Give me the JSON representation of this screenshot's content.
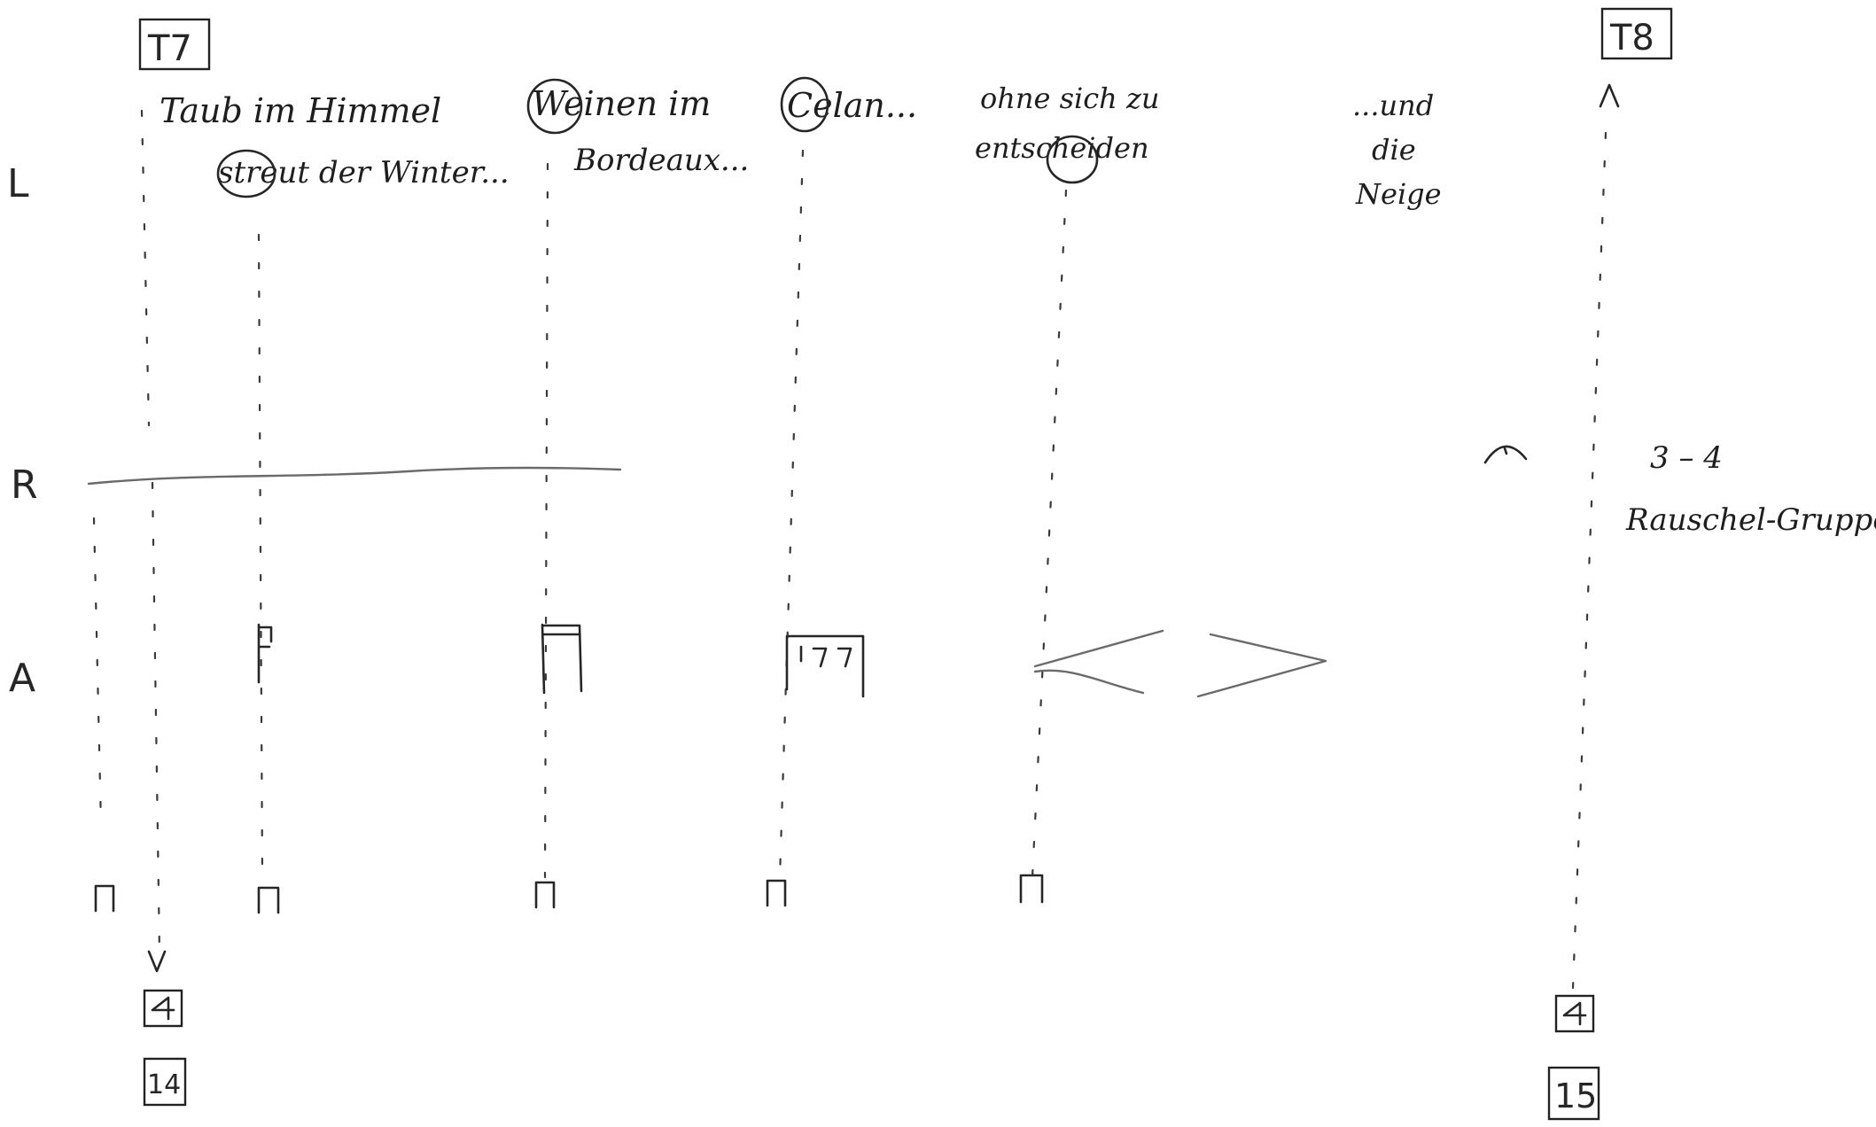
{
  "rows": {
    "l": "L",
    "r": "R",
    "a": "A"
  },
  "tags": {
    "t7": "T7",
    "t8": "T8",
    "n14": "14",
    "n15": "15"
  },
  "notes": {
    "taub_line1": "Taub im Himmel",
    "taub_line2": "streut der Winter...",
    "weinen_line1": "Weinen im",
    "weinen_line2": "Bordeaux...",
    "celan": "Celan...",
    "ohne_line1": "ohne sich zu",
    "ohne_line2": "entscheiden",
    "und_line1": "...und",
    "und_line2": "die",
    "und_line3": "Neige",
    "count": "3 – 4",
    "groups": "Rauschel-Gruppen"
  }
}
